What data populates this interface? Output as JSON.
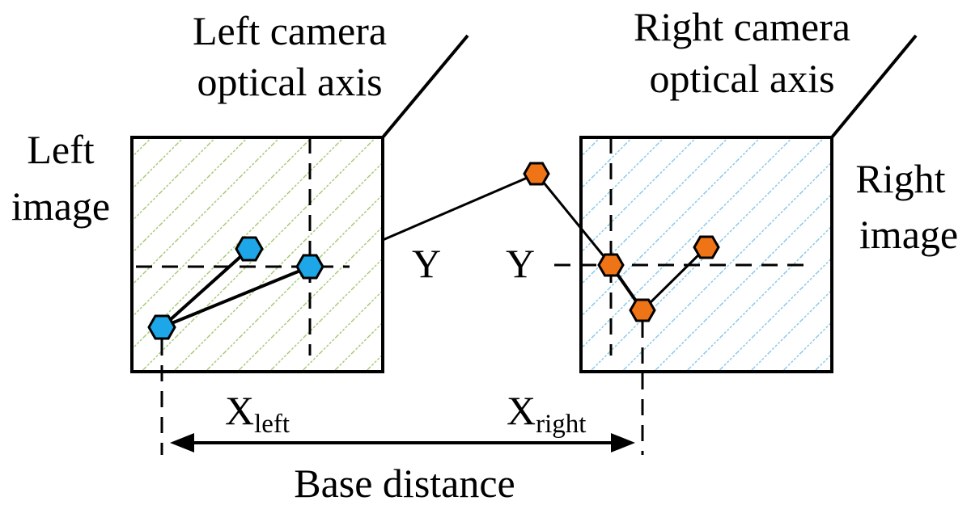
{
  "labels": {
    "left_axis_line1": "Left camera",
    "left_axis_line2": "optical axis",
    "right_axis_line1": "Right camera",
    "right_axis_line2": "optical axis",
    "left_image_line1": "Left",
    "left_image_line2": "image",
    "right_image_line1": "Right",
    "right_image_line2": "image",
    "y_left": "Y",
    "y_right": "Y",
    "x_left_main": "X",
    "x_left_sub": "left",
    "x_right_main": "X",
    "x_right_sub": "right",
    "base_distance": "Base distance"
  },
  "colors": {
    "left_hatch": "#a8cc78",
    "right_hatch": "#8ccbe6",
    "left_marker": "#1ea7e8",
    "right_marker": "#ee7416",
    "stroke": "#000000"
  }
}
